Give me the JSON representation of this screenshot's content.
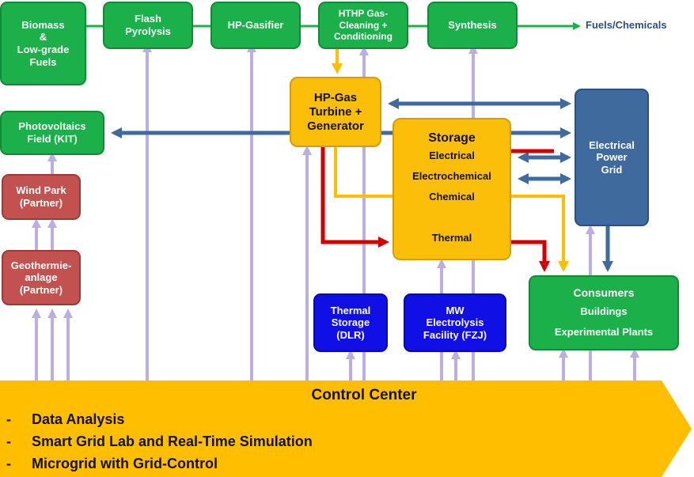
{
  "nodes": {
    "biomass": "Biomass\n&\nLow-grade\nFuels",
    "flash_pyrolysis": "Flash\nPyrolysis",
    "hp_gasifier": "HP-Gasifier",
    "hthp_cleaning": "HTHP Gas-\nCleaning +\nConditioning",
    "synthesis": "Synthesis",
    "fuels_chemicals": "Fuels/Chemicals",
    "hp_gas_turbine": "HP-Gas\nTurbine +\nGenerator",
    "photovoltaics": "Photovoltaics\nField (KIT)",
    "wind_park": "Wind Park\n(Partner)",
    "geothermie": "Geothermie-\nanlage\n(Partner)",
    "storage_title": "Storage",
    "storage_items": [
      "Electrical",
      "Electrochemical",
      "Chemical",
      "Thermal"
    ],
    "electrical_grid": "Electrical\nPower\nGrid",
    "thermal_storage": "Thermal\nStorage\n(DLR)",
    "mw_electrolysis": "MW\nElectrolysis\nFacility (FZJ)",
    "consumers_title": "Consumers",
    "consumers_items": [
      "Buildings",
      "Experimental Plants"
    ]
  },
  "control_center": {
    "title": "Control Center",
    "items": [
      {
        "bullet": "-",
        "text": "Data Analysis"
      },
      {
        "bullet": "-",
        "text": "Smart Grid Lab and Real-Time Simulation"
      },
      {
        "bullet": "-",
        "text": "Microgrid with Grid-Control"
      }
    ]
  },
  "colors": {
    "process_green": "#1bb04a",
    "partner_red": "#c2514f",
    "facility_blue": "#1010e6",
    "grid_navy": "#3f6a9e",
    "storage_yellow": "#fbbf0a",
    "control_arrow": "#ffbf00",
    "control_line": "#bcaee0",
    "power_link": "#3f6a9e",
    "heat_link": "#d40000"
  }
}
